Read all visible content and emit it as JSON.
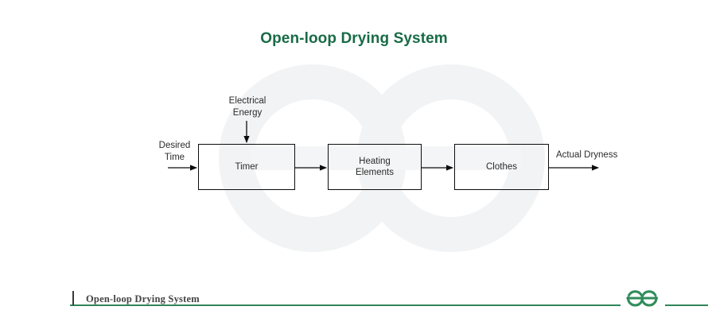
{
  "page": {
    "title": "Open-loop Drying System",
    "background_color": "#ffffff",
    "accent_color": "#186b46",
    "rule_color": "#2f8559",
    "line_color": "#0d0d0d",
    "text_color": "#2b2b2b"
  },
  "diagram": {
    "type": "block-diagram",
    "blocks": [
      {
        "id": "timer",
        "label": "Timer"
      },
      {
        "id": "heating",
        "label": "Heating\nElements"
      },
      {
        "id": "clothes",
        "label": "Clothes"
      }
    ],
    "inputs": [
      {
        "id": "desired-time",
        "label": "Desired\nTime",
        "target": "timer",
        "direction": "right"
      },
      {
        "id": "electrical-energy",
        "label": "Electrical\nEnergy",
        "target": "timer",
        "direction": "down"
      }
    ],
    "outputs": [
      {
        "id": "actual-dryness",
        "label": "Actual Dryness",
        "source": "clothes",
        "direction": "right"
      }
    ],
    "connections": [
      {
        "from": "timer",
        "to": "heating"
      },
      {
        "from": "heating",
        "to": "clothes"
      }
    ]
  },
  "footer": {
    "caption": "Open-loop Drying System",
    "logo_name": "geeksforgeeks-logo"
  }
}
